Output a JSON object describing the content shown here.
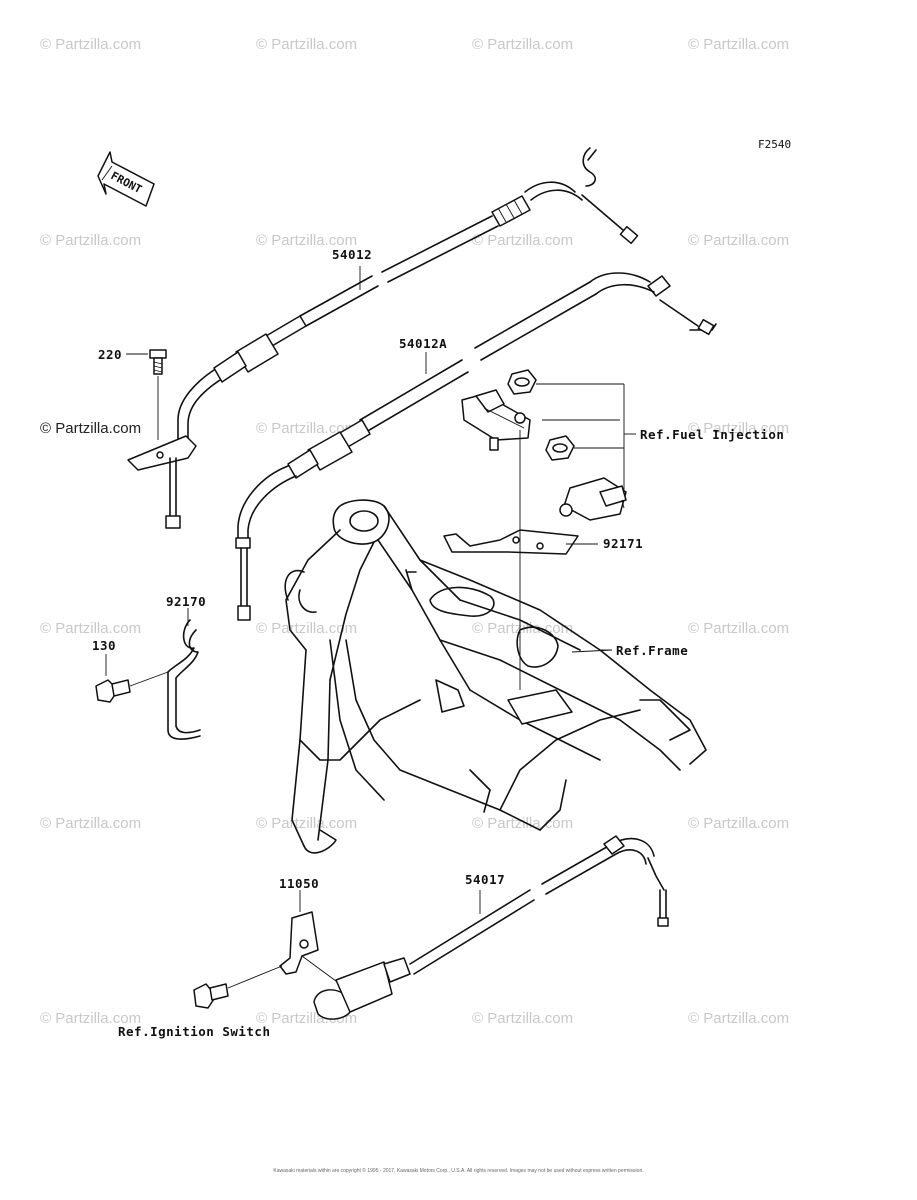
{
  "figure_code": "F2540",
  "watermark": "Partzilla.com",
  "watermark_symbol": "©",
  "front_label": "FRONT",
  "parts": [
    {
      "id": "54012",
      "label": "54012"
    },
    {
      "id": "54012A",
      "label": "54012A"
    },
    {
      "id": "220",
      "label": "220"
    },
    {
      "id": "92170",
      "label": "92170"
    },
    {
      "id": "130",
      "label": "130"
    },
    {
      "id": "92171",
      "label": "92171"
    },
    {
      "id": "11050",
      "label": "11050"
    },
    {
      "id": "54017",
      "label": "54017"
    }
  ],
  "refs": {
    "fuel_injection": "Ref.Fuel Injection",
    "frame": "Ref.Frame",
    "ignition_switch": "Ref.Ignition Switch"
  },
  "copyright": "Kawasaki materials within are copyright © 1995 - 2017, Kawasaki Motors Corp., U.S.A. All rights reserved. Images may not be used without express written permission."
}
